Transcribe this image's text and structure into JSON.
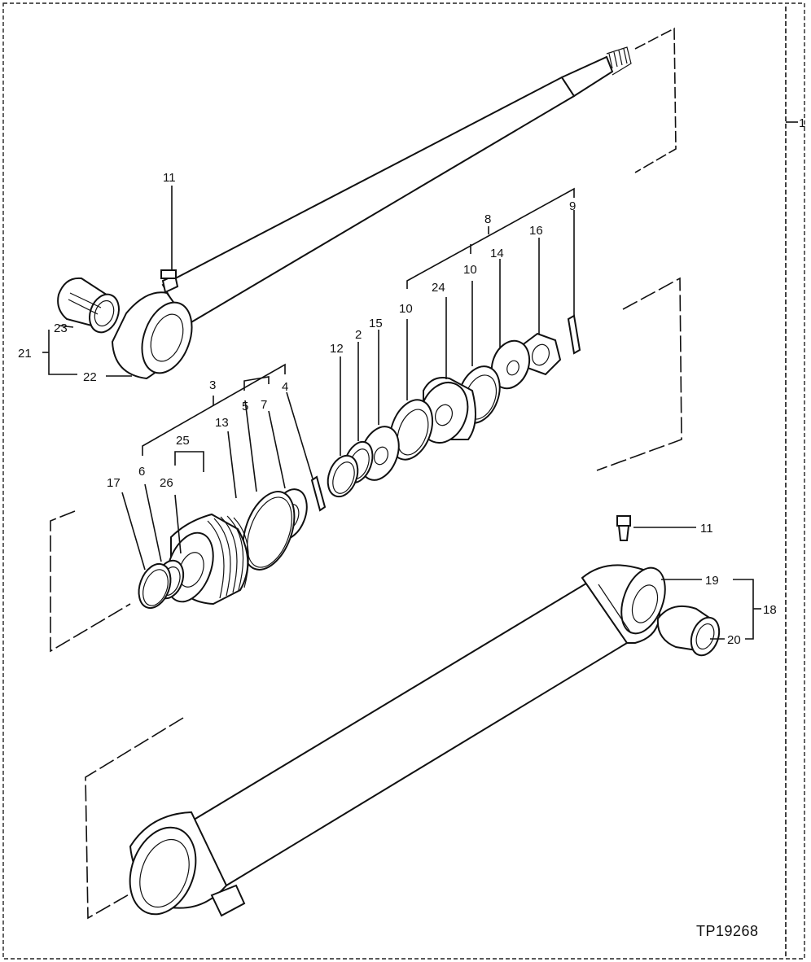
{
  "drawing_code": "TP19268",
  "callouts": {
    "c1": "1",
    "c2": "2",
    "c3": "3",
    "c4": "4",
    "c5": "5",
    "c6": "6",
    "c7": "7",
    "c8": "8",
    "c9": "9",
    "c10a": "10",
    "c10b": "10",
    "c11a": "11",
    "c11b": "11",
    "c12": "12",
    "c13": "13",
    "c14": "14",
    "c15": "15",
    "c16": "16",
    "c17": "17",
    "c18": "18",
    "c19": "19",
    "c20": "20",
    "c21": "21",
    "c22": "22",
    "c23": "23",
    "c24": "24",
    "c25": "25",
    "c26": "26"
  }
}
